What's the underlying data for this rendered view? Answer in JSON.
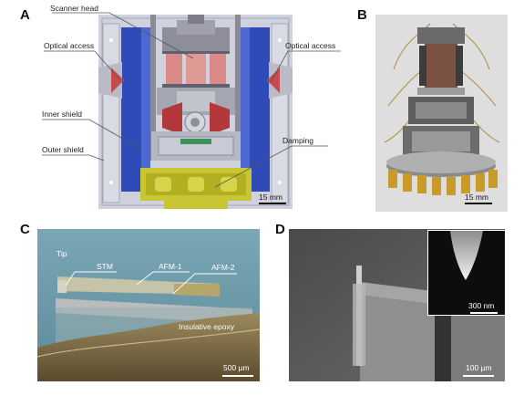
{
  "panels": {
    "a": {
      "letter": "A",
      "labels": {
        "scanner_head": "Scanner head",
        "optical_access_left": "Optical access",
        "optical_access_right": "Optical access",
        "inner_shield": "Inner shield",
        "outer_shield": "Outer shield",
        "damping": "Damping"
      },
      "scale_bar": "15 mm"
    },
    "b": {
      "letter": "B",
      "scale_bar": "15 mm"
    },
    "c": {
      "letter": "C",
      "labels": {
        "tip": "Tip",
        "stm": "STM",
        "afm1": "AFM-1",
        "afm2": "AFM-2",
        "epoxy": "Insulative epoxy"
      },
      "scale_bar": "500 µm"
    },
    "d": {
      "letter": "D",
      "scale_bar_main": "100 µm",
      "scale_bar_inset": "300 nm"
    }
  }
}
